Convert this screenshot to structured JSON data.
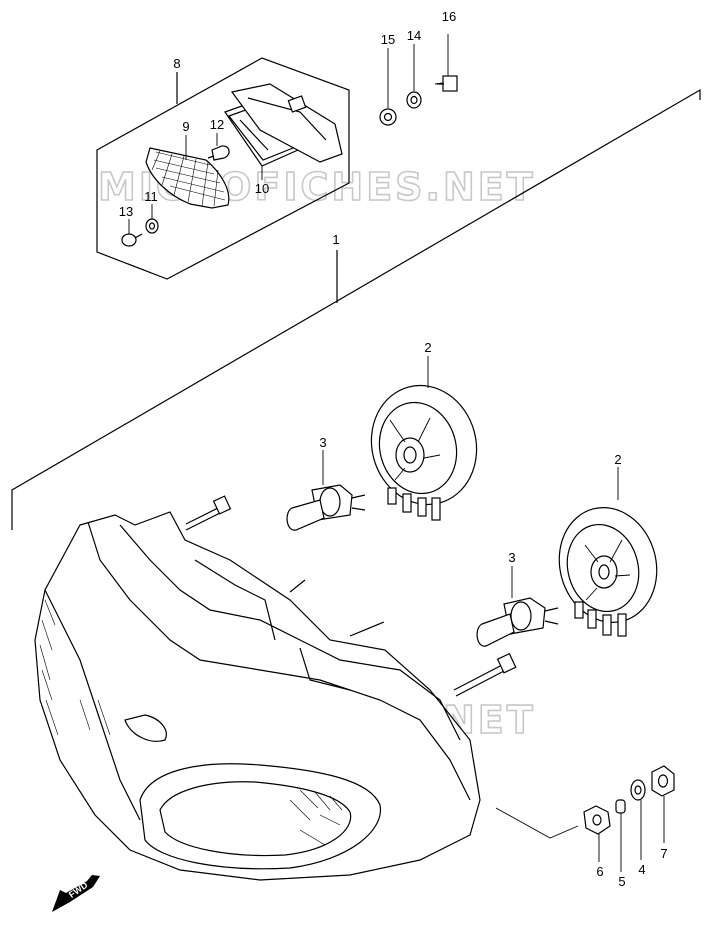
{
  "watermark": "MICROFICHES.NET",
  "fwd_label": "FWD",
  "callouts": {
    "c1": "1",
    "c2a": "2",
    "c2b": "2",
    "c3a": "3",
    "c3b": "3",
    "c4": "4",
    "c5": "5",
    "c6": "6",
    "c7": "7",
    "c8": "8",
    "c9": "9",
    "c10": "10",
    "c11": "11",
    "c12": "12",
    "c13": "13",
    "c14": "14",
    "c15": "15",
    "c16": "16"
  }
}
